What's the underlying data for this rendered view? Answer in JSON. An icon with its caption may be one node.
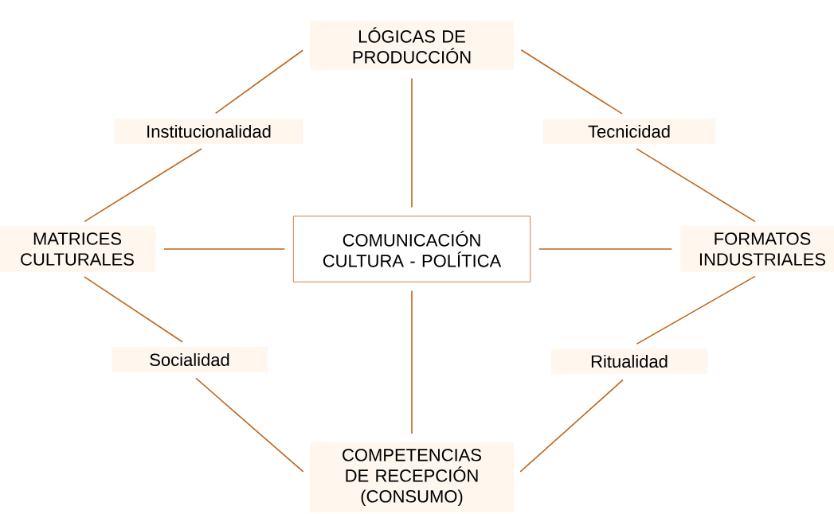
{
  "diagram": {
    "nodes": [
      {
        "text": [
          "LÓGICAS DE PRODUCCIÓN"
        ]
      },
      {
        "text": [
          "Institucionalidad"
        ]
      },
      {
        "text": [
          "Tecnicidad"
        ]
      },
      {
        "text": [
          "MATRICES CULTURALES"
        ]
      },
      {
        "text": [
          "COMUNICACIÓN CULTURA - POLÍTICA"
        ]
      },
      {
        "text": [
          "FORMATOS INDUSTRIALES"
        ]
      },
      {
        "text": [
          "Socialidad"
        ]
      },
      {
        "text": [
          "Ritualidad"
        ]
      },
      {
        "text": [
          "COMPETENCIAS DE RECEPCIÓN (CONSUMO)"
        ]
      }
    ],
    "edges": [
      {
        "from": 0,
        "to": 1,
        "arrow": "none"
      },
      {
        "from": 0,
        "to": 2,
        "arrow": "none"
      },
      {
        "from": 1,
        "to": 3,
        "arrow": "none"
      },
      {
        "from": 2,
        "to": 5,
        "arrow": "none"
      },
      {
        "from": 3,
        "to": 6,
        "arrow": "none"
      },
      {
        "from": 5,
        "to": 7,
        "arrow": "none"
      },
      {
        "from": 6,
        "to": 8,
        "arrow": "none"
      },
      {
        "from": 7,
        "to": 8,
        "arrow": "none"
      },
      {
        "from": 0,
        "to": 4,
        "arrow": "none"
      },
      {
        "from": 3,
        "to": 4,
        "arrow": "none"
      },
      {
        "from": 5,
        "to": 4,
        "arrow": "none"
      },
      {
        "from": 8,
        "to": 4,
        "arrow": "none"
      }
    ]
  }
}
